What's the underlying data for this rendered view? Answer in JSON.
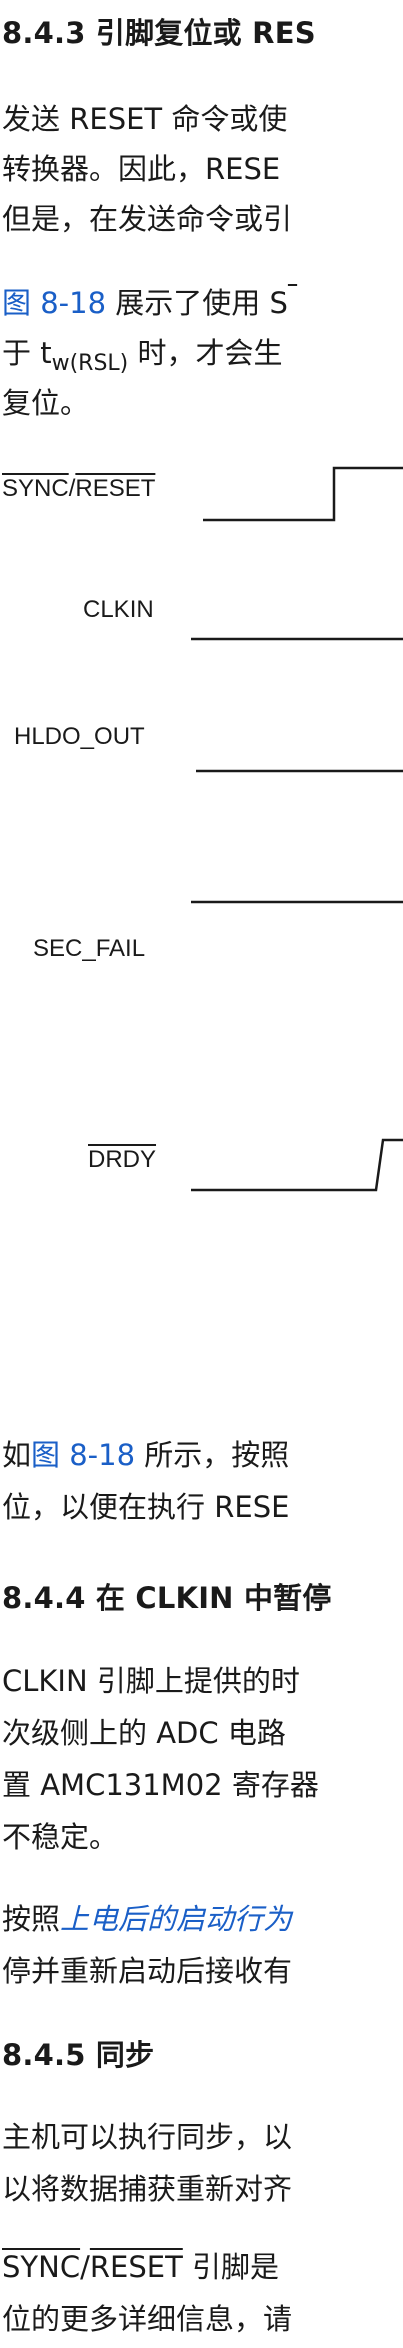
{
  "sec843": {
    "heading": "8.4.3 引脚复位或 RES",
    "l1": "发送 RESET 命令或使",
    "l2": "转换器。因此，RESE",
    "l3": "但是，在发送命令或引",
    "l4_link": "图 8-18",
    "l4_rest": " 展示了使用 S",
    "l5_a": "于 t",
    "l5_sub": "w(RSL)",
    "l5_b": " 时，才会生",
    "l6": "复位。"
  },
  "timing": {
    "sync_a": "SYNC",
    "sync_sep": "/",
    "sync_b": "RESET",
    "clkin": "CLKIN",
    "hldo": "HLDO_OUT",
    "secfail": "SEC_FAIL",
    "drdy": "DRDY"
  },
  "after": {
    "l1_a": "如",
    "l1_link": "图 8-18",
    "l1_b": " 所示，按照",
    "l2": "位，以便在执行 RESE"
  },
  "sec844": {
    "heading": "8.4.4 在 CLKIN 中暂停",
    "l1": "CLKIN 引脚上提供的时",
    "l2": "次级侧上的 ADC 电路",
    "l3": "置 AMC131M02 寄存器",
    "l4": "不稳定。",
    "l5_a": "按照",
    "l5_link": "上电后的启动行为",
    "l6": "停并重新启动后接收有"
  },
  "sec845": {
    "heading": "8.4.5 同步",
    "l1": "主机可以执行同步，以",
    "l2": "以将数据捕获重新对齐",
    "l3_a": "SYNC",
    "l3_sep": "/",
    "l3_b": "RESET",
    "l3_c": " 引脚是",
    "l4": "位的更多详细信息，请"
  }
}
